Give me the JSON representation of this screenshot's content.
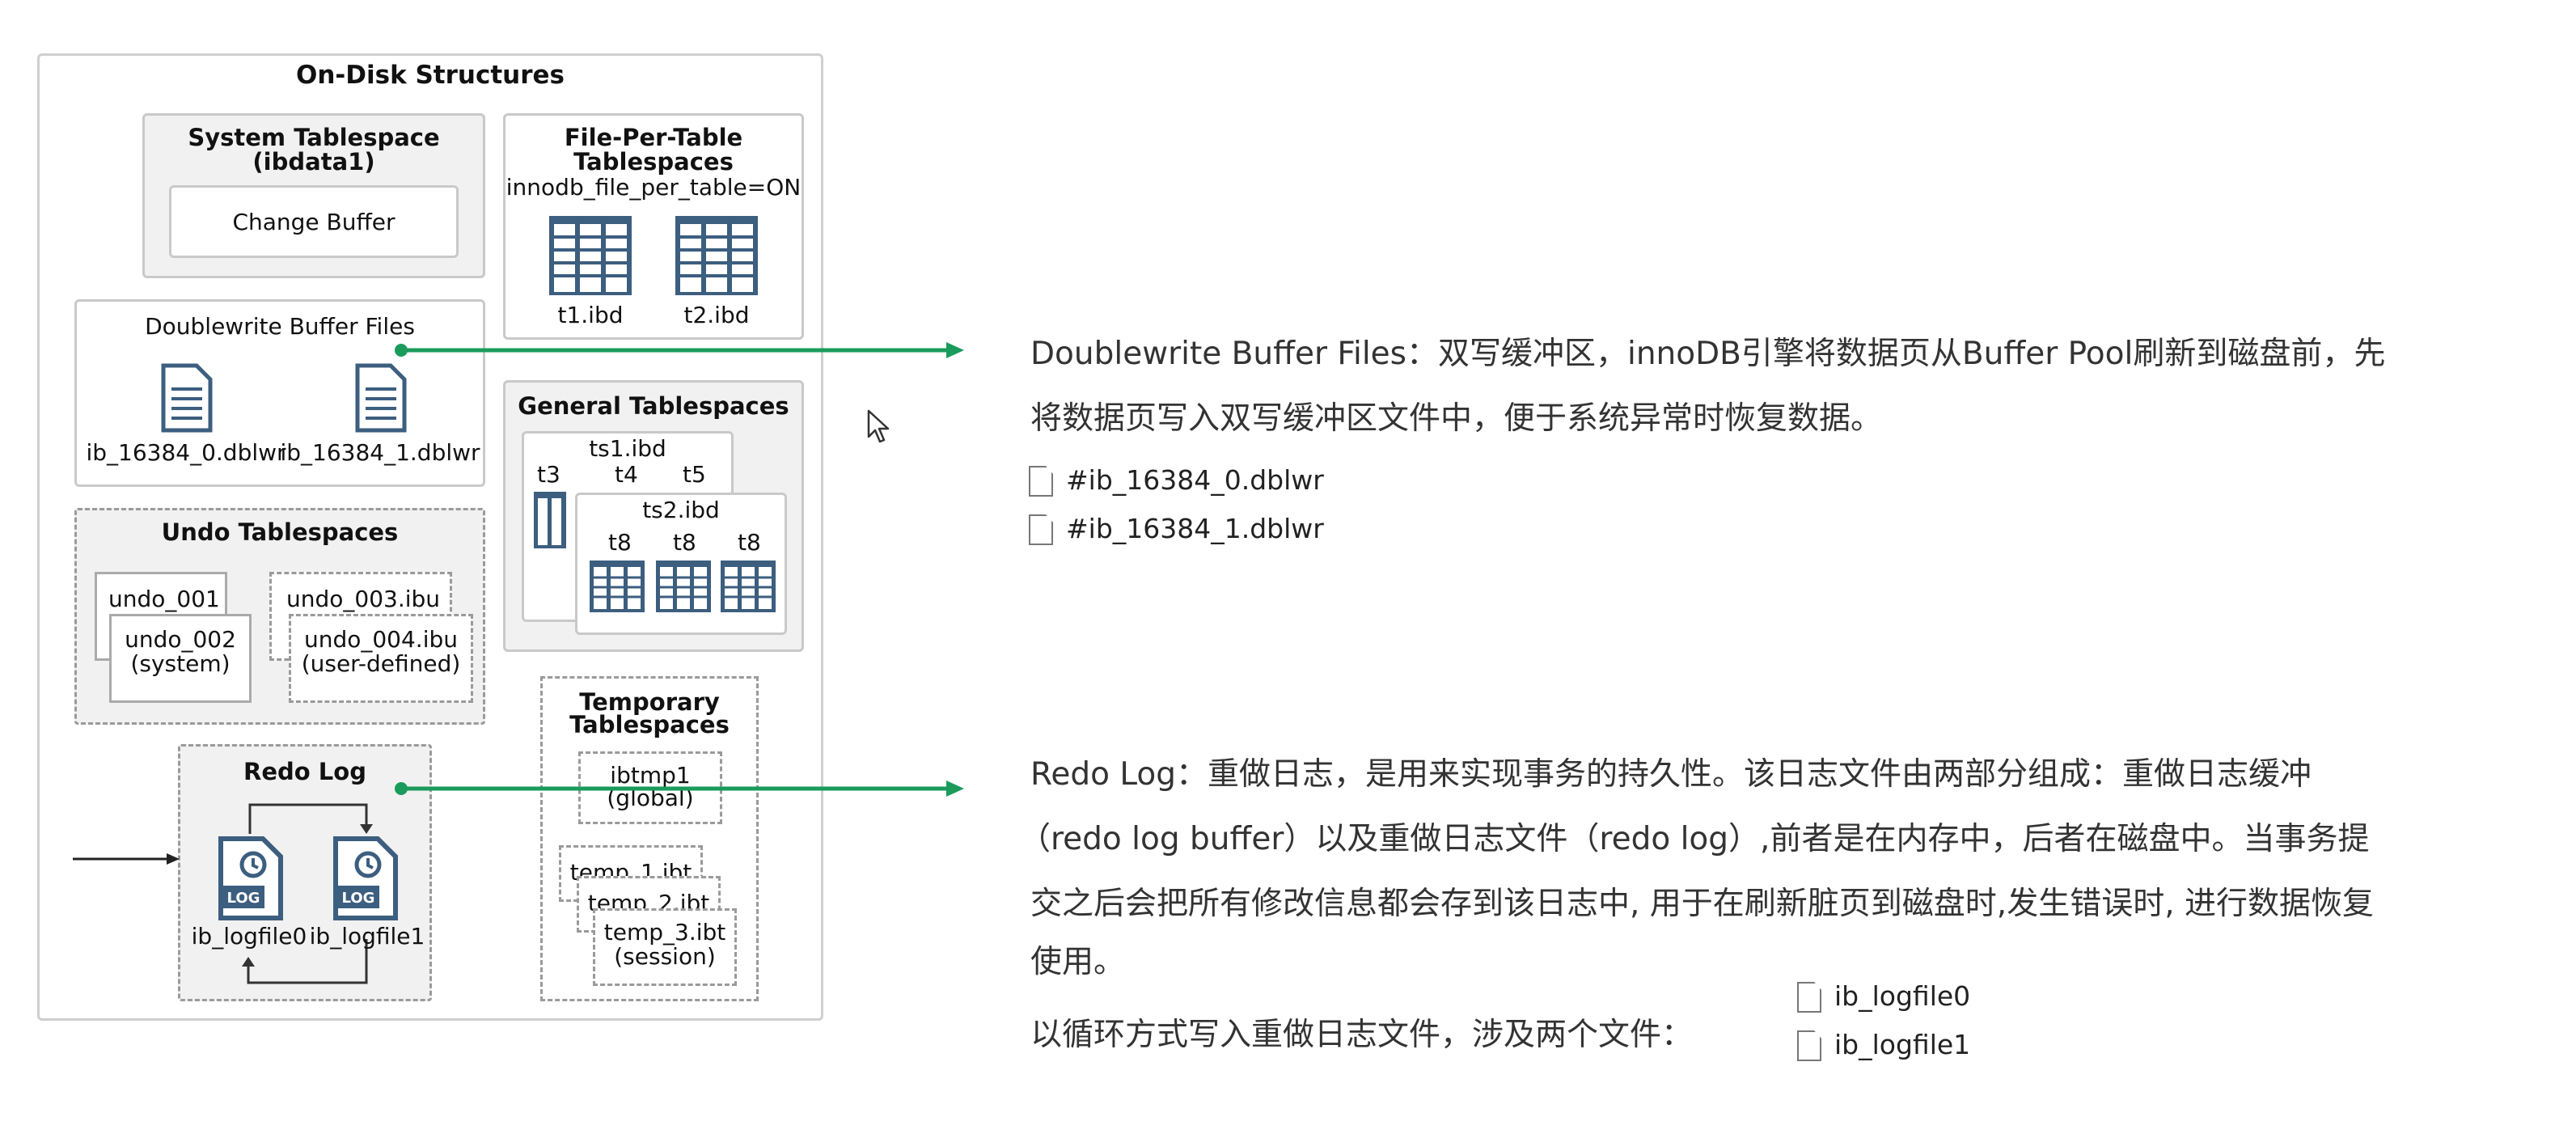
{
  "diagram": {
    "title": "On-Disk Structures",
    "system_tablespace": {
      "title_line1": "System Tablespace",
      "title_line2": "(ibdata1)",
      "change_buffer": "Change Buffer"
    },
    "file_per_table": {
      "title_line1": "File-Per-Table",
      "title_line2": "Tablespaces",
      "setting": "innodb_file_per_table=ON",
      "files": [
        "t1.ibd",
        "t2.ibd"
      ]
    },
    "doublewrite": {
      "title": "Doublewrite Buffer Files",
      "files": [
        "ib_16384_0.dblwr",
        "ib_16384_1.dblwr"
      ]
    },
    "general": {
      "title": "General Tablespaces",
      "ts1": "ts1.ibd",
      "ts1_tables": [
        "t3",
        "t4",
        "t5"
      ],
      "ts2": "ts2.ibd",
      "ts2_tables": [
        "t8",
        "t8",
        "t8"
      ]
    },
    "undo": {
      "title": "Undo Tablespaces",
      "files": [
        "undo_001",
        "undo_002",
        "(system)",
        "undo_003.ibu",
        "undo_004.ibu",
        "(user-defined)"
      ]
    },
    "redo": {
      "title": "Redo Log",
      "icon_text": "LOG",
      "files": [
        "ib_logfile0",
        "ib_logfile1"
      ]
    },
    "temporary": {
      "title_line1": "Temporary",
      "title_line2": "Tablespaces",
      "ibtmp1": "ibtmp1",
      "global": "(global)",
      "temp_files": [
        "temp_1.ibt",
        "temp_2.ibt",
        "temp_3.ibt"
      ],
      "session": "(session)"
    }
  },
  "notes": {
    "doublewrite": {
      "line1": "Doublewrite Buffer Files：双写缓冲区，innoDB引擎将数据页从Buffer Pool刷新到磁盘前，先",
      "line2": "将数据页写入双写缓冲区文件中，便于系统异常时恢复数据。",
      "files": [
        "#ib_16384_0.dblwr",
        "#ib_16384_1.dblwr"
      ]
    },
    "redo": {
      "line1": "Redo Log：重做日志，是用来实现事务的持久性。该日志文件由两部分组成：重做日志缓冲",
      "line2": "（redo log buffer）以及重做日志文件（redo log）,前者是在内存中，后者在磁盘中。当事务提",
      "line3": "交之后会把所有修改信息都会存到该日志中, 用于在刷新脏页到磁盘时,发生错误时, 进行数据恢复",
      "line4": "使用。",
      "line5": "以循环方式写入重做日志文件，涉及两个文件：",
      "files": [
        "ib_logfile0",
        "ib_logfile1"
      ]
    }
  },
  "colors": {
    "arrow": "#1a9b5b",
    "icon_blue": "#3c5e7f",
    "panel": "#f1f1f1"
  }
}
